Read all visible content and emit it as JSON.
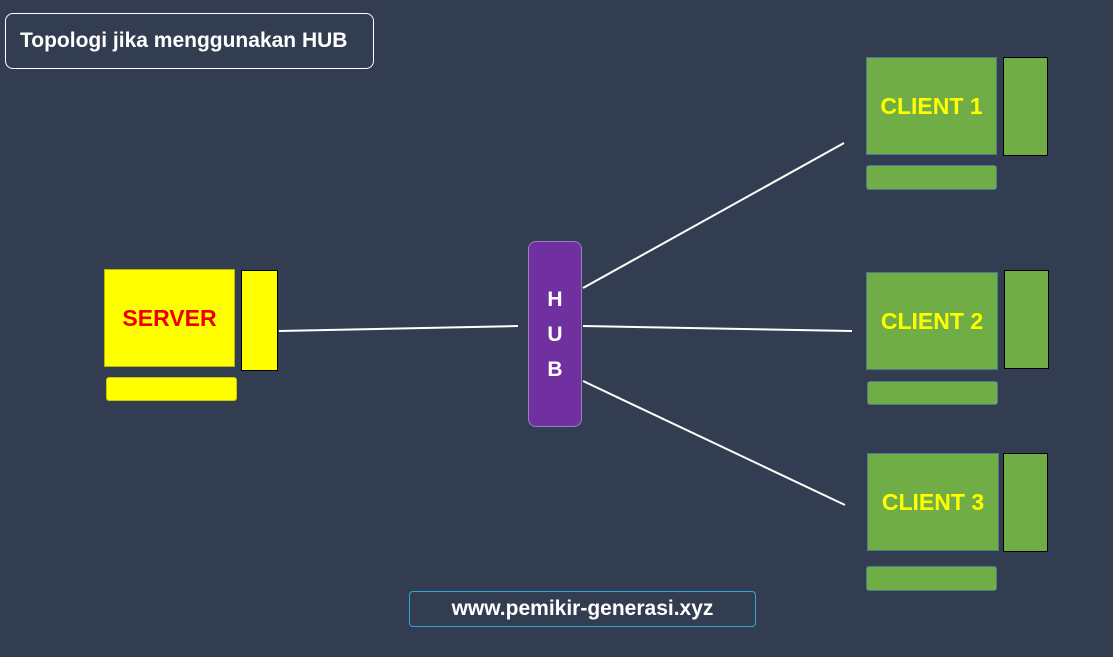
{
  "title": "Topologi jika menggunakan HUB",
  "server": {
    "label": "SERVER"
  },
  "hub": {
    "letters": [
      "H",
      "U",
      "B"
    ]
  },
  "clients": [
    {
      "label": "CLIENT 1"
    },
    {
      "label": "CLIENT 2"
    },
    {
      "label": "CLIENT 3"
    }
  ],
  "footer": {
    "url": "www.pemikir-generasi.xyz"
  },
  "colors": {
    "background": "#333d51",
    "server": "#ffff00",
    "server_text": "#ee0000",
    "client": "#70ad47",
    "client_text": "#ffff00",
    "hub": "#7030a0",
    "wire": "#ffffff"
  }
}
